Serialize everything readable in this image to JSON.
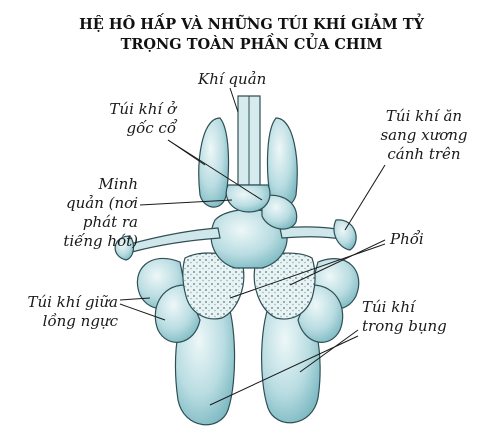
{
  "title": {
    "line1": "HỆ HÔ HẤP VÀ NHỮNG TÚI KHÍ GIẢM TỶ",
    "line2": "TRỌNG TOÀN PHẦN CỦA CHIM"
  },
  "labels": {
    "khi_quan": "Khí quản",
    "tui_goc_co": [
      "Túi khí ở",
      "gốc cổ"
    ],
    "minh_quan": [
      "Minh",
      "quản (nơi",
      "phát ra",
      "tiếng hót)"
    ],
    "tui_canh": [
      "Túi khí ăn",
      "sang xương",
      "cánh trên"
    ],
    "phoi": "Phổi",
    "tui_long_nguc": [
      "Túi khí giữa",
      "lồng ngực"
    ],
    "tui_bung": [
      "Túi khí",
      "trong bụng"
    ]
  }
}
